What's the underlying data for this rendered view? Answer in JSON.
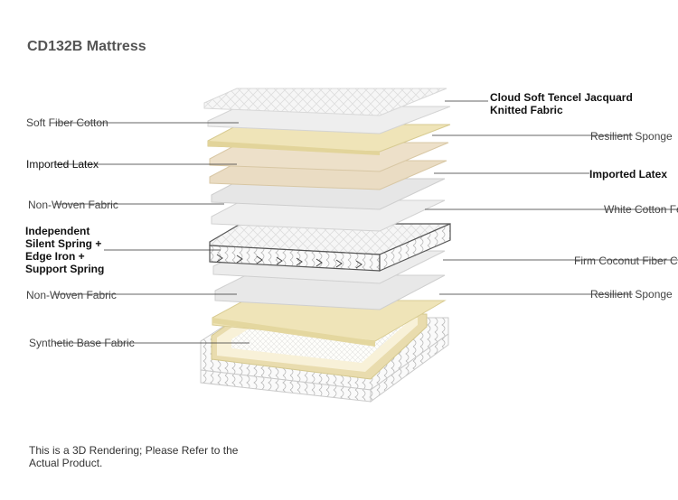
{
  "title": "CD132B Mattress",
  "labels": {
    "cloud": "Cloud Soft Tencel Jacquard Knitted Fabric",
    "soft_fiber_cotton": "Soft Fiber Cotton",
    "resilient_sponge_top": "Resilient Sponge",
    "imported_latex_left": "Imported Latex",
    "imported_latex_right": "Imported Latex",
    "non_woven_top": "Non-Woven Fabric",
    "white_cotton": "White Cotton Felt",
    "spring": "Independent Silent Spring + Edge Iron + Support Spring",
    "coconut": "Firm Coconut Fiber Cotton",
    "non_woven_bottom": "Non-Woven Fabric",
    "resilient_sponge_bottom": "Resilient Sponge",
    "synthetic_base": "Synthetic Base Fabric"
  },
  "note": "This is a 3D Rendering; Please Refer to the Actual Product.",
  "colors": {
    "fabric": "#f2f2f2",
    "sponge": "#efe4b8",
    "latex": "#eadcc3",
    "grey_layer": "#e6e6e6",
    "line": "#333333"
  }
}
